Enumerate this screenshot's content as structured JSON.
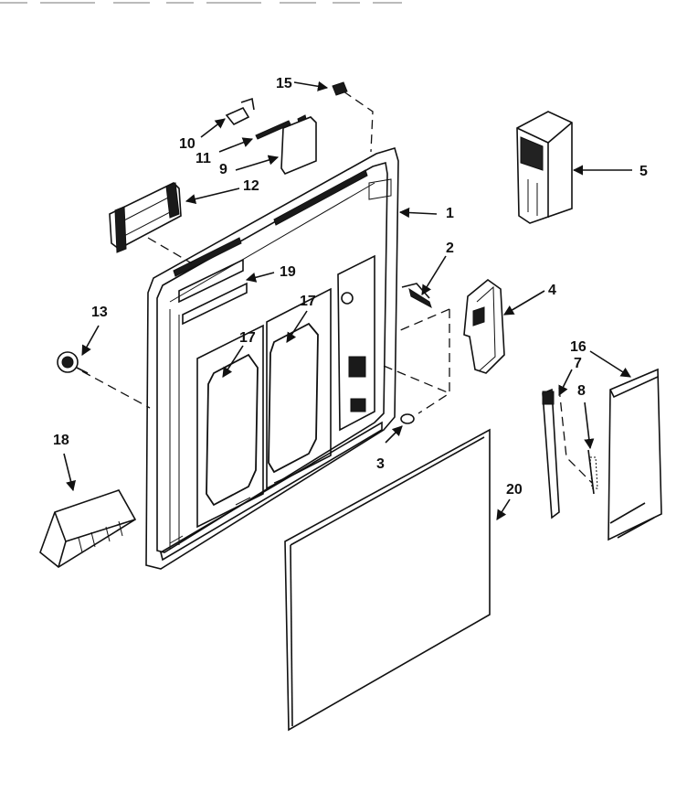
{
  "header_text": "",
  "callouts": {
    "c1": "1",
    "c2": "2",
    "c3": "3",
    "c4": "4",
    "c5": "5",
    "c7": "7",
    "c8": "8",
    "c9": "9",
    "c10": "10",
    "c11": "11",
    "c12": "12",
    "c13": "13",
    "c15": "15",
    "c16": "16",
    "c17a": "17",
    "c17b": "17",
    "c18": "18",
    "c19": "19",
    "c20": "20"
  }
}
